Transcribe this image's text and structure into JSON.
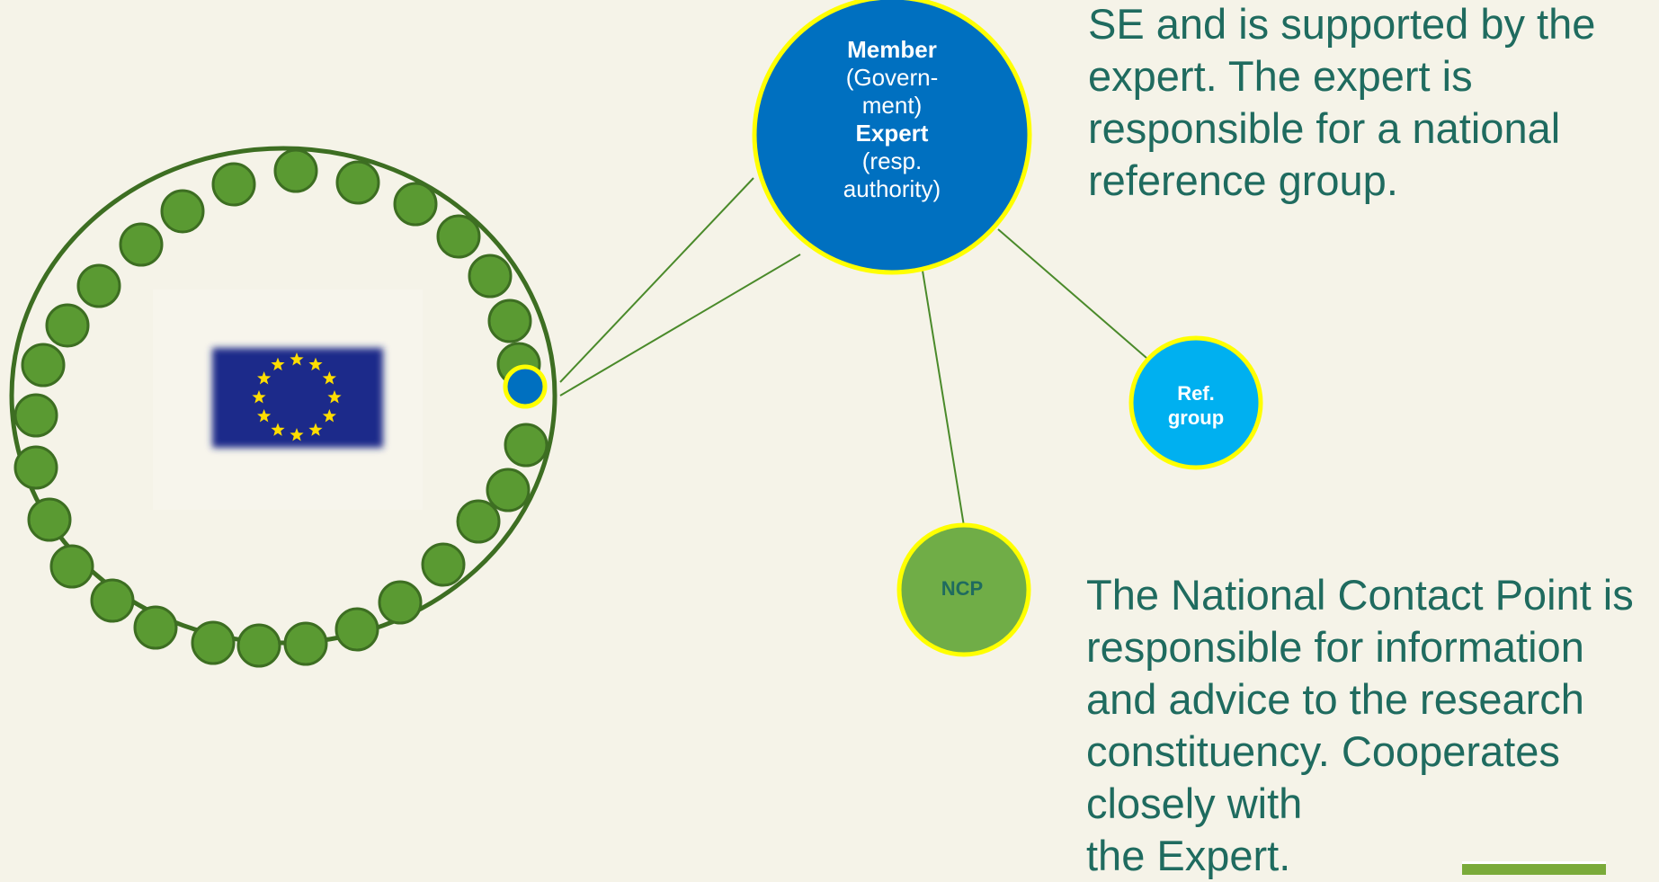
{
  "member_node": {
    "line1": "Member",
    "line2": "(Govern-",
    "line3": "ment)",
    "line4": "Expert",
    "line5": "(resp.",
    "line6": "authority)",
    "fill": "#0070c0",
    "border": "#ffff00"
  },
  "ref_group_node": {
    "line1": "Ref.",
    "line2": "group",
    "fill": "#00b0f0",
    "border": "#ffff00"
  },
  "ncp_node": {
    "label": "NCP",
    "fill": "#70ad47",
    "border": "#ffff00"
  },
  "top_description": {
    "lines": [
      "SE and is supported by the",
      "expert. The expert is",
      "responsible for a national",
      "reference group."
    ]
  },
  "bottom_description": {
    "lines": [
      "The National Contact Point is",
      "responsible for information",
      "and advice to the research",
      "constituency. Cooperates",
      "closely with",
      "the Expert."
    ]
  },
  "colors": {
    "background": "#f5f3e8",
    "member_state_dot": "#5a9a32",
    "member_state_dot_border": "#3d6e22",
    "ring": "#3d6e22",
    "connector": "#4a8a2a",
    "text": "#1f6b5f",
    "eu_flag_blue": "#1c2a8a",
    "eu_flag_star": "#ffdd00"
  },
  "icons": {
    "eu_flag": "eu-flag-icon"
  }
}
